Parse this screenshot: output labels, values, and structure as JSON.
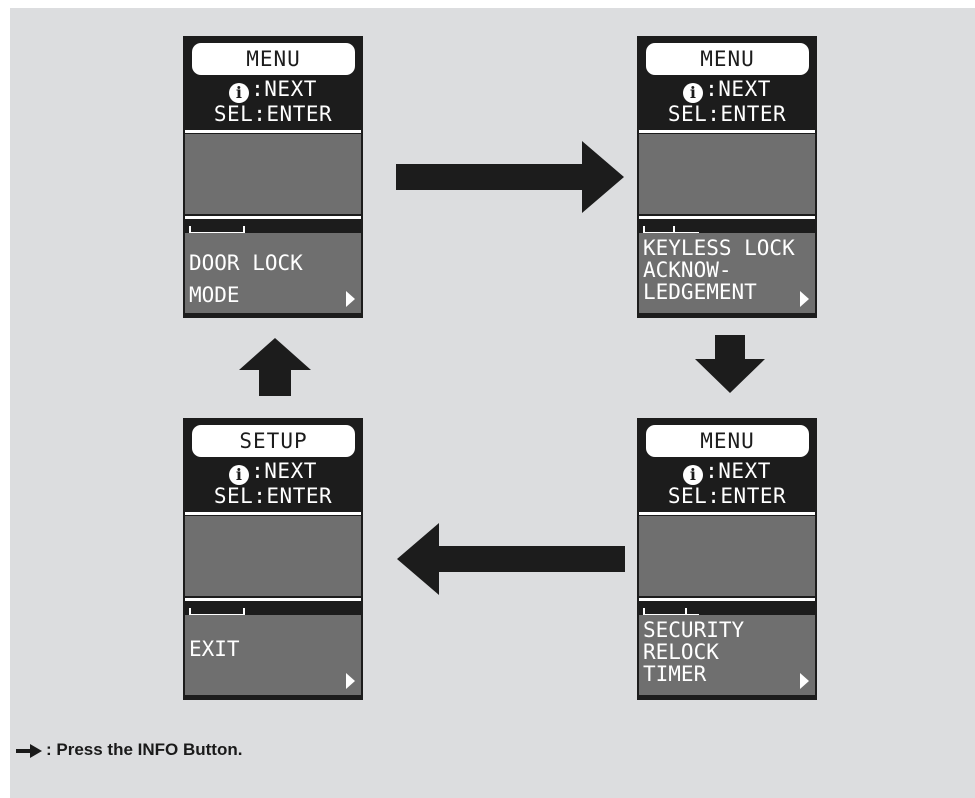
{
  "screens": [
    {
      "title": "MENU",
      "info_text": ":NEXT",
      "sel_text": "SEL:ENTER",
      "item": "DOOR LOCK\nMODE"
    },
    {
      "title": "MENU",
      "info_text": ":NEXT",
      "sel_text": "SEL:ENTER",
      "item": "KEYLESS LOCK\nACKNOW-\nLEDGEMENT"
    },
    {
      "title": "MENU",
      "info_text": ":NEXT",
      "sel_text": "SEL:ENTER",
      "item": "SECURITY\nRELOCK\nTIMER"
    },
    {
      "title": "SETUP",
      "info_text": ":NEXT",
      "sel_text": "SEL:ENTER",
      "item": "EXIT"
    }
  ],
  "info_glyph": "i",
  "legend": {
    "text": ": Press the INFO Button.",
    "icon": "right-arrow-icon"
  },
  "colors": {
    "background": "#dcdddf",
    "screen": "#1c1c1c",
    "panel": "#6f6f6f",
    "arrow": "#1c1c1c"
  }
}
